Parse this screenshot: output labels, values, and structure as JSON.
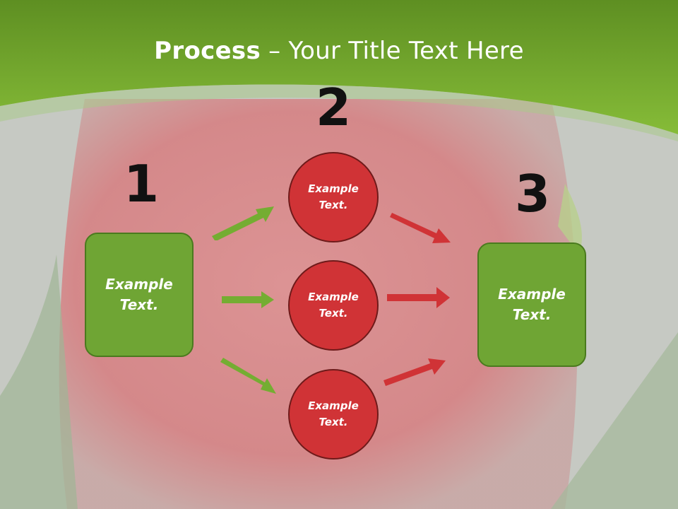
{
  "title": {
    "bold": "Process",
    "rest": " – Your Title Text Here"
  },
  "steps": {
    "n1": "1",
    "n2": "2",
    "n3": "3"
  },
  "left_box": {
    "text": "Example\nText."
  },
  "right_box": {
    "text": "Example\nText."
  },
  "circles": [
    {
      "text": "Example\nText."
    },
    {
      "text": "Example\nText."
    },
    {
      "text": "Example\nText."
    }
  ],
  "colors": {
    "header_green": "#7ab52f",
    "box_green": "#6fa534",
    "circle_red": "#d03336",
    "arrow_green": "#74ad32",
    "arrow_red": "#d03336"
  }
}
